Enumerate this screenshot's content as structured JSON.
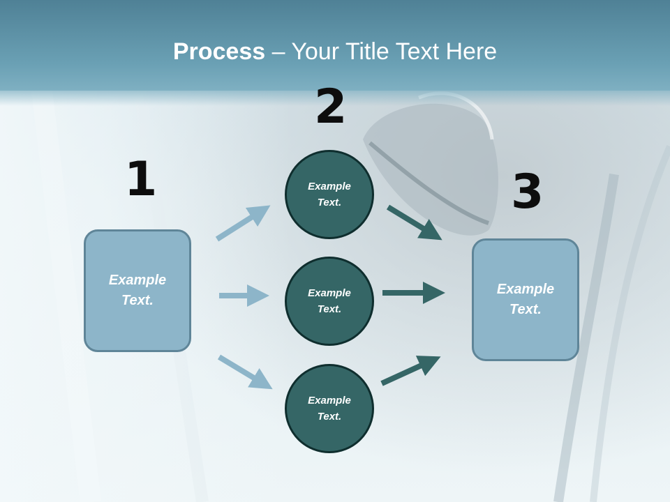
{
  "slide": {
    "title_bold": "Process",
    "title_rest": " – Your Title Text Here",
    "steps": {
      "one": "1",
      "two": "2",
      "three": "3"
    },
    "left_box_text": "Example Text.",
    "circles": [
      "Example Text.",
      "Example Text.",
      "Example Text."
    ],
    "right_box_text": "Example Text."
  },
  "colors": {
    "title_band": "#6aa0b4",
    "box_fill": "#8db5c9",
    "circle_fill": "#356666",
    "arrow_light": "#8db5c9",
    "arrow_dark": "#356666"
  }
}
